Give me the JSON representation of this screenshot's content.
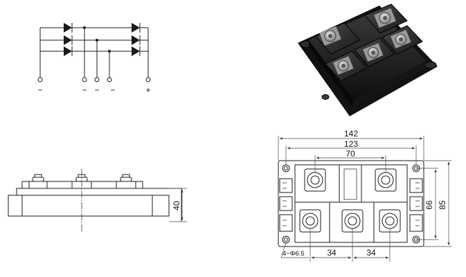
{
  "schematic": {
    "terminals": [
      "−",
      "−",
      "−",
      "−",
      "+"
    ]
  },
  "side_view": {
    "height_label": "40"
  },
  "top_view": {
    "width_overall": "142",
    "width_mount": "123",
    "width_inner": "70",
    "height_overall": "85",
    "height_mount": "66",
    "pitch_left": "34",
    "pitch_right": "34",
    "hole_label": "4−Φ6.5"
  },
  "colors": {
    "line": "#1a1a1a",
    "module_body": "#1c1c1c",
    "terminal": "#a9a9a9"
  }
}
